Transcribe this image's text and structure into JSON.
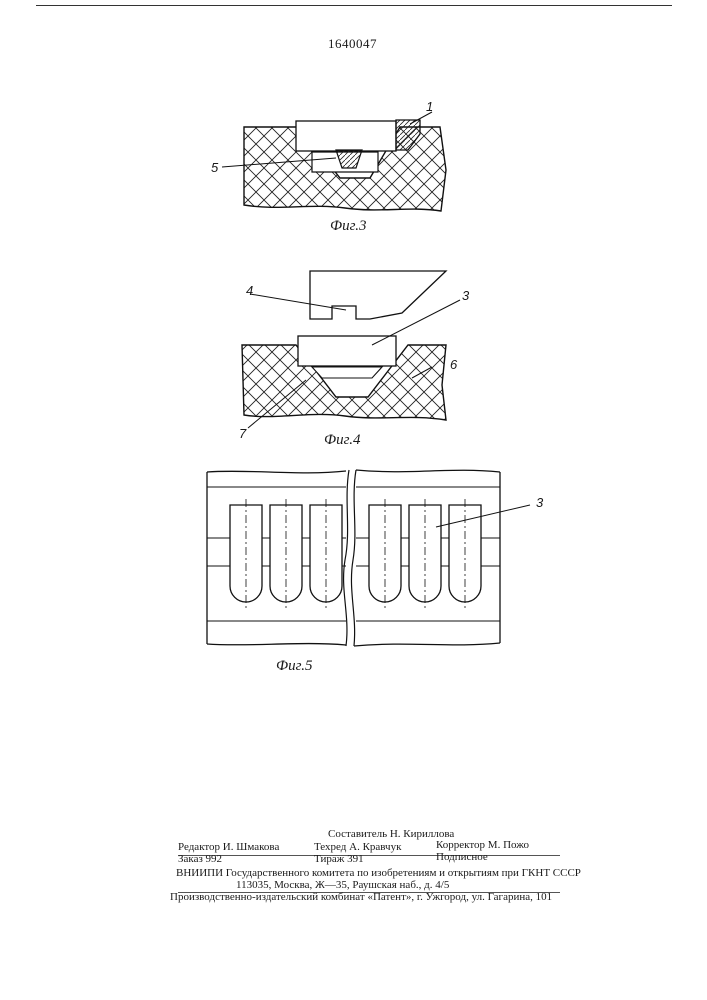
{
  "header": {
    "patent_number": "1640047"
  },
  "figures": {
    "fig3": {
      "caption": "Фиг.3",
      "callouts": [
        "1",
        "5"
      ]
    },
    "fig4": {
      "caption": "Фиг.4",
      "callouts": [
        "4",
        "3",
        "6",
        "7"
      ]
    },
    "fig5": {
      "caption": "Фиг.5",
      "callouts": [
        "3"
      ]
    }
  },
  "footer": {
    "compiler": "Составитель Н. Кириллова",
    "editor": "Редактор И. Шмакова",
    "techred": "Техред А. Кравчук",
    "corrector": "Корректор М. Пожо",
    "order": "Заказ 992",
    "print_run": "Тираж 391",
    "subscription": "Подписное",
    "vniipi": "ВНИИПИ Государственного комитета по изобретениям и открытиям при ГКНТ СССР",
    "address": "113035, Москва, Ж—35, Раушская наб., д. 4/5",
    "production": "Производственно-издательский комбинат «Патент», г. Ужгород, ул. Гагарина, 101"
  }
}
